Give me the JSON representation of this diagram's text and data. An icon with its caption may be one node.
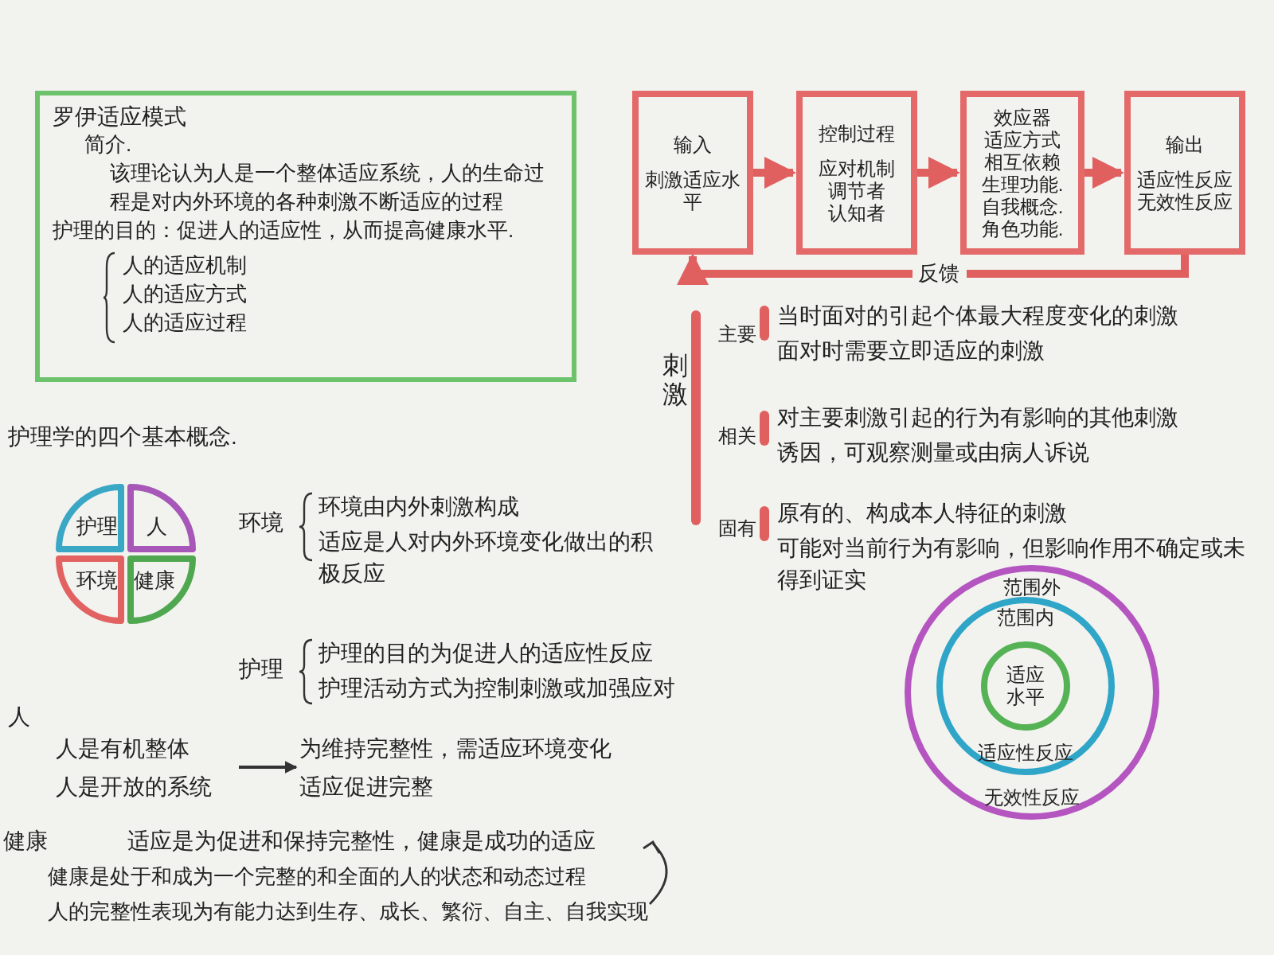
{
  "diagram": {
    "nodes": [
      {
        "text": [
          "罗伊适应模式",
          "简介.",
          "该理论认为人是一个整体适应系统，人的生命过程是对内外环境的各种刺激不断适应的过程",
          "护理的目的：促进人的适应性，从而提高健康水平.",
          "人的适应机制",
          "人的适应方式",
          "人的适应过程"
        ]
      },
      {
        "text": [
          "输入",
          "刺激适应水平"
        ]
      },
      {
        "text": [
          "控制过程",
          "应对机制",
          "调节者",
          "认知者"
        ]
      },
      {
        "text": [
          "效应器",
          "适应方式",
          "相互依赖",
          "生理功能.",
          "自我概念.",
          "角色功能."
        ]
      },
      {
        "text": [
          "输出",
          "适应性反应",
          "无效性反应"
        ]
      },
      {
        "text": [
          "护理"
        ]
      },
      {
        "text": [
          "人"
        ]
      },
      {
        "text": [
          "环境"
        ]
      },
      {
        "text": [
          "健康"
        ]
      },
      {
        "text": [
          "人是有机整体",
          "人是开放的系统"
        ]
      },
      {
        "text": [
          "为维持完整性，需适应环境变化",
          "适应促进完整"
        ]
      },
      {
        "text": [
          "范围外",
          "无效性反应"
        ]
      },
      {
        "text": [
          "范围内",
          "适应性反应"
        ],
        "in": 11
      },
      {
        "text": [
          "适应水平"
        ],
        "in": 12
      }
    ],
    "edges": [
      {
        "from": 1,
        "to": 2,
        "arrow": "to"
      },
      {
        "from": 2,
        "to": 3,
        "arrow": "to"
      },
      {
        "from": 3,
        "to": 4,
        "arrow": "to"
      },
      {
        "from": 4,
        "to": 1,
        "arrow": "to",
        "label": "反馈"
      },
      {
        "from": 9,
        "to": 10,
        "arrow": "to",
        "color": "#333333"
      }
    ],
    "labels": [
      "刺激",
      "主要",
      "当时面对的引起个体最大程度变化的刺激",
      "面对时需要立即适应的刺激",
      "相关",
      "对主要刺激引起的行为有影响的其他刺激",
      "诱因，可观察测量或由病人诉说",
      "固有",
      "原有的、构成本人特征的刺激",
      "可能对当前行为有影响，但影响作用不确定或未得到证实",
      "护理学的四个基本概念.",
      "环境",
      "环境由内外刺激构成",
      "适应是人对内外环境变化做出的积极反应",
      "护理",
      "护理的目的为促进人的适应性反应",
      "护理活动方式为控制刺激或加强应对",
      "人",
      "健康",
      "适应是为促进和保持完整性，健康是成功的适应",
      "健康是处于和成为一个完整的和全面的人的状态和动态过程",
      "人的完整性表现为有能力达到生存、成长、繁衍、自主、自我实现"
    ]
  }
}
